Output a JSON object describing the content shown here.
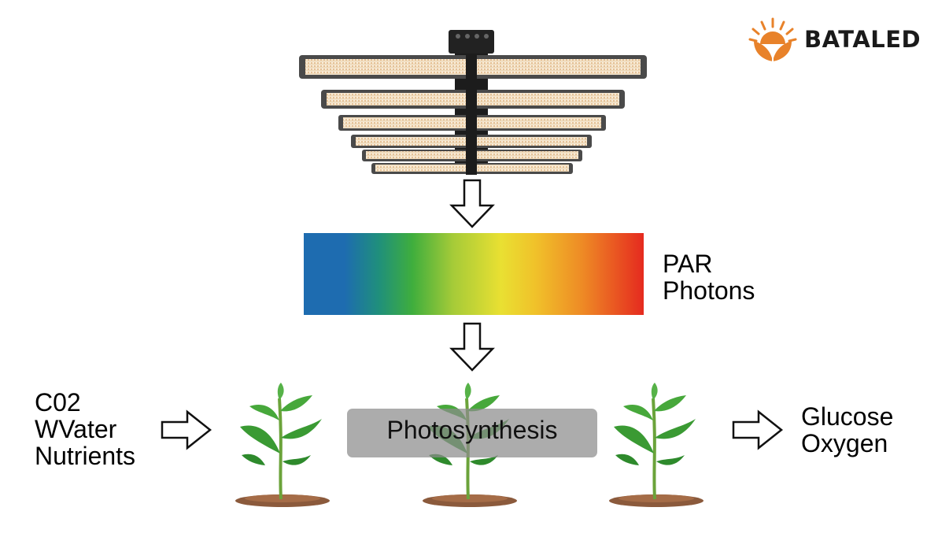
{
  "logo": {
    "text": "BATALED",
    "icon": "sun-leaf-logo-icon",
    "color": "#e8822a"
  },
  "spectrum": {
    "label_lines": [
      "PAR",
      "Photons"
    ],
    "colors": [
      "#1e6cb0",
      "#3fae3d",
      "#e9e032",
      "#ee8a25",
      "#e52a1f"
    ]
  },
  "inputs": {
    "lines": [
      "C02",
      "WVater",
      "Nutrients"
    ]
  },
  "process": {
    "label": "Photosynthesis"
  },
  "outputs": {
    "lines": [
      "Glucose",
      "Oxygen"
    ]
  },
  "icons": {
    "lamp": "led-grow-light-icon",
    "arrow": "hollow-arrow-icon",
    "plant": "seedling-plant-icon"
  },
  "colors": {
    "leaf": "#3a9a33",
    "soil": "#8b5a3c"
  }
}
